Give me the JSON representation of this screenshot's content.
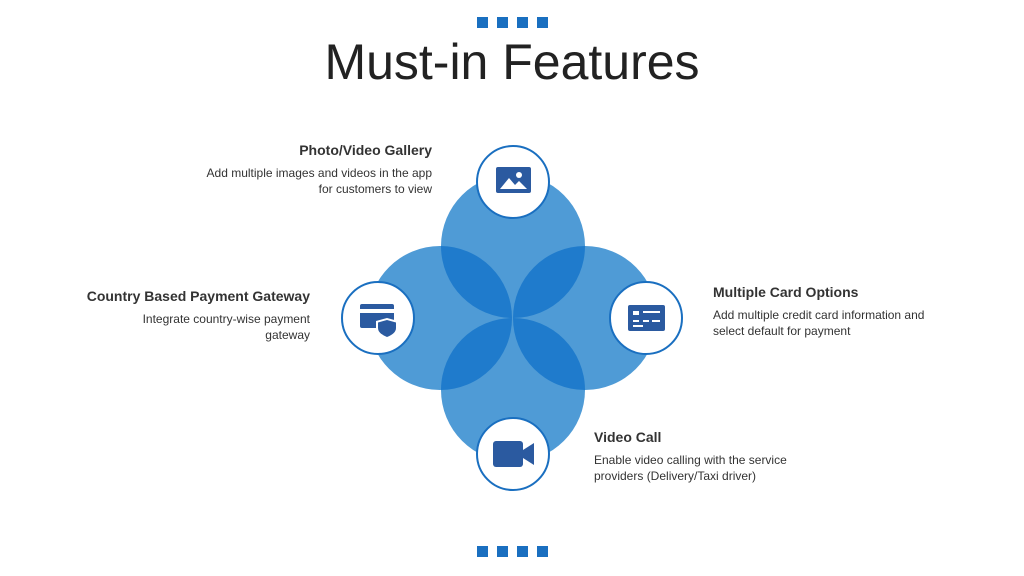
{
  "title": "Must-in Features",
  "colors": {
    "accent": "#1a6fc0",
    "petal": "#4f9bd6",
    "overlap": "#1f7bcc",
    "icon": "#2b5aa0"
  },
  "features": {
    "gallery": {
      "title": "Photo/Video Gallery",
      "description": "Add multiple images and videos in the app for customers to view",
      "icon": "image-icon"
    },
    "payment_gateway": {
      "title": "Country Based Payment Gateway",
      "description": "Integrate country-wise payment gateway",
      "icon": "credit-card-shield-icon"
    },
    "card_options": {
      "title": "Multiple Card Options",
      "description": "Add multiple credit card information and select default for payment",
      "icon": "id-card-icon"
    },
    "video_call": {
      "title": "Video Call",
      "description": "Enable video calling with the service providers (Delivery/Taxi driver)",
      "icon": "video-camera-icon"
    }
  }
}
